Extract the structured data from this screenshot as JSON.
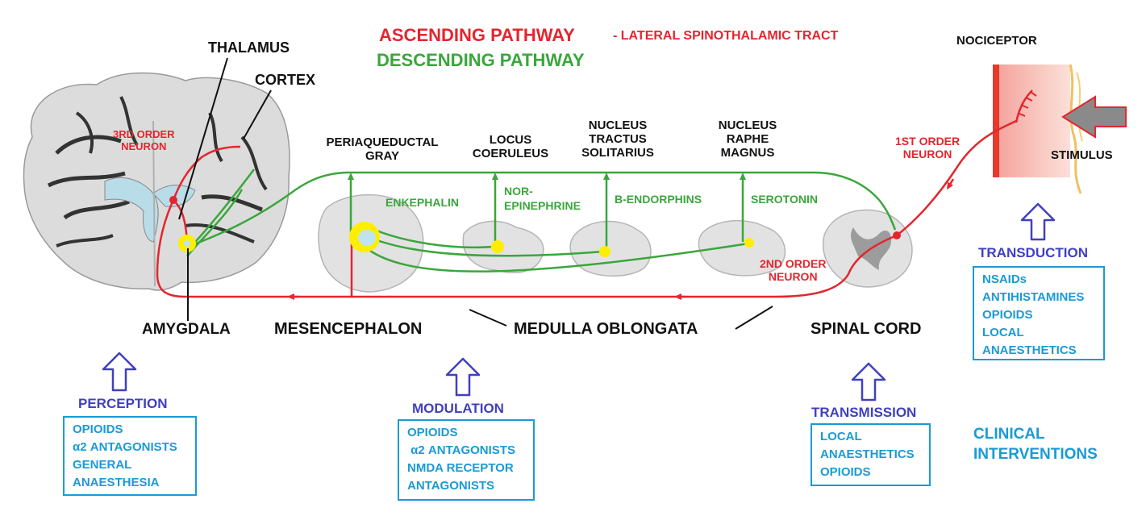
{
  "colors": {
    "ascending": "#e3262e",
    "descending": "#3aa63c",
    "stage": "#4040c0",
    "intervention": "#1a9ad6",
    "nucleus_highlight": "#ffee00"
  },
  "legend": {
    "ascending": "ASCENDING PATHWAY",
    "ascending_tract": "- LATERAL SPINOTHALAMIC TRACT",
    "descending": "DESCENDING PATHWAY"
  },
  "structures": {
    "thalamus": "THALAMUS",
    "cortex": "CORTEX",
    "amygdala": "AMYGDALA",
    "mesencephalon": "MESENCEPHALON",
    "medulla": "MEDULLA OBLONGATA",
    "spinal_cord": "SPINAL CORD",
    "nociceptor": "NOCICEPTOR",
    "stimulus": "STIMULUS"
  },
  "neurons": {
    "third": [
      "3RD ORDER",
      "NEURON"
    ],
    "second": [
      "2ND ORDER",
      "NEURON"
    ],
    "first": [
      "1ST ORDER",
      "NEURON"
    ]
  },
  "nuclei": [
    {
      "name": [
        "PERIAQUEDUCTAL",
        "GRAY"
      ],
      "transmitter": [
        "ENKEPHALIN"
      ]
    },
    {
      "name": [
        "LOCUS",
        "COERULEUS"
      ],
      "transmitter": [
        "NOR-",
        "EPINEPHRINE"
      ]
    },
    {
      "name": [
        "NUCLEUS",
        "TRACTUS",
        "SOLITARIUS"
      ],
      "transmitter": [
        "B-ENDORPHINS"
      ]
    },
    {
      "name": [
        "NUCLEUS",
        "RAPHE",
        "MAGNUS"
      ],
      "transmitter": [
        "SEROTONIN"
      ]
    }
  ],
  "stages": {
    "perception": {
      "label": "PERCEPTION",
      "items": [
        "OPIOIDS",
        "α2 ANTAGONISTS",
        "GENERAL",
        "ANAESTHESIA"
      ]
    },
    "modulation": {
      "label": "MODULATION",
      "items": [
        "OPIOIDS",
        " α2 ANTAGONISTS",
        "NMDA RECEPTOR",
        "ANTAGONISTS"
      ]
    },
    "transmission": {
      "label": "TRANSMISSION",
      "items": [
        "LOCAL",
        "ANAESTHETICS",
        "OPIOIDS"
      ]
    },
    "transduction": {
      "label": "TRANSDUCTION",
      "items": [
        "NSAIDs",
        "ANTIHISTAMINES",
        "OPIOIDS",
        "LOCAL",
        "ANAESTHETICS"
      ]
    }
  },
  "clinical": [
    "CLINICAL",
    "INTERVENTIONS"
  ]
}
